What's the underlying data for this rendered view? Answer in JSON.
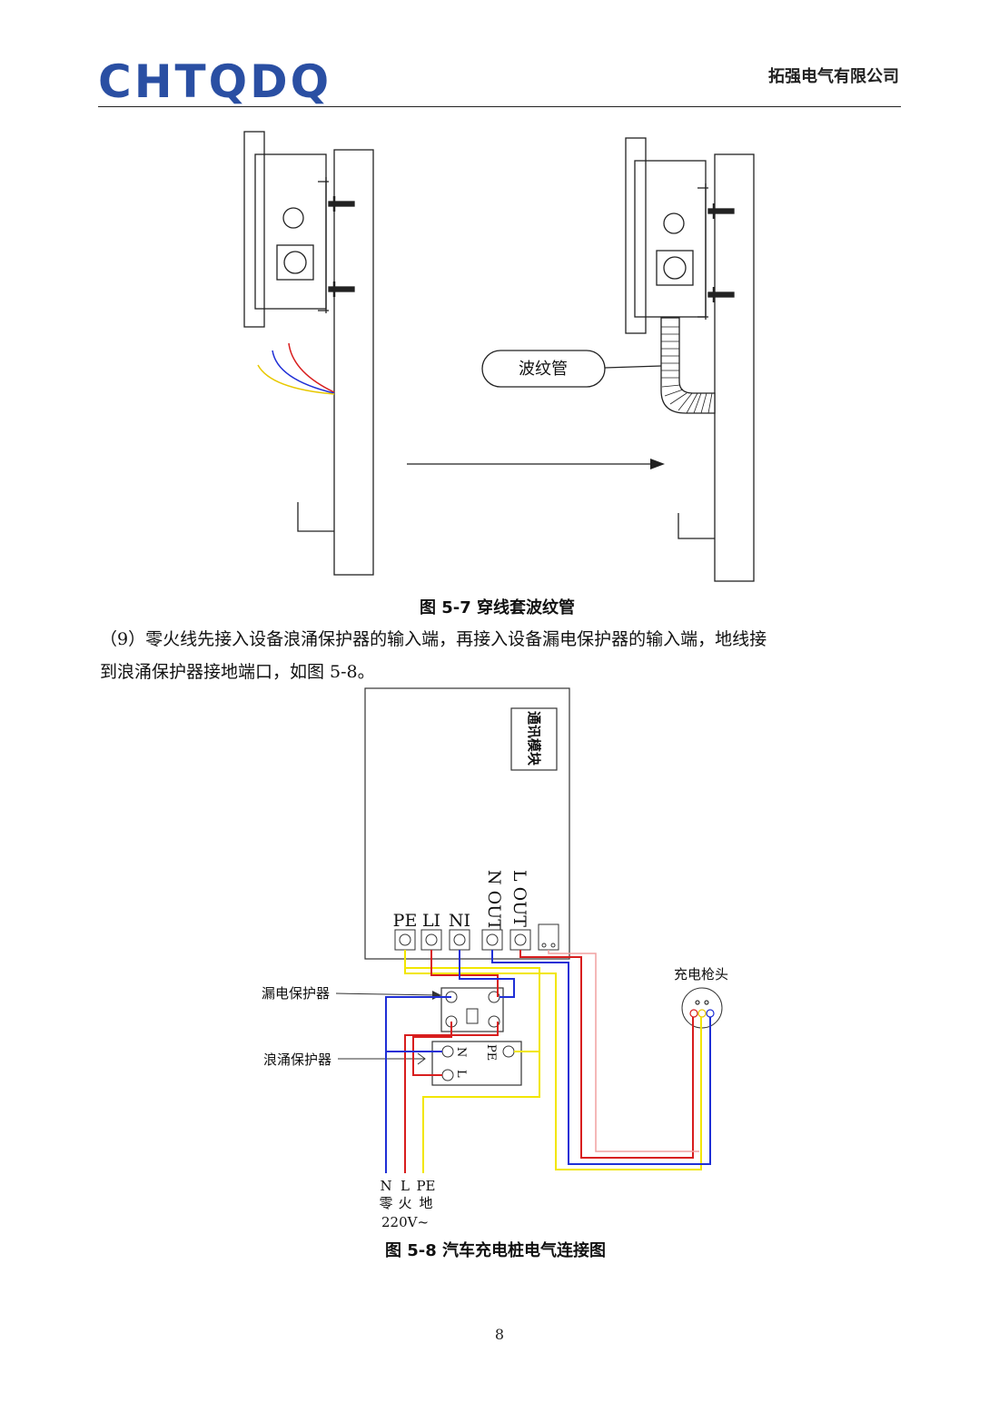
{
  "header": {
    "logo_text": "CHTQDQ",
    "company": "拓强电气有限公司"
  },
  "figure_5_7": {
    "label_tube": "波纹管",
    "caption": "图 5-7  穿线套波纹管"
  },
  "paragraph": {
    "line1": "（9）零火线先接入设备浪涌保护器的输入端，再接入设备漏电保护器的输入端，地线接",
    "line2": "到浪涌保护器接地端口，如图 5-8。"
  },
  "figure_5_8": {
    "module_label": "通讯模块",
    "terminal_pe": "PE",
    "terminal_li": "LI",
    "terminal_ni": "NI",
    "terminal_n_out": "N OUT",
    "terminal_l_out": "L OUT",
    "leakage_protector": "漏电保护器",
    "surge_protector": "浪涌保护器",
    "surge_n": "N",
    "surge_l": "L",
    "surge_pe": "PE",
    "gun_head": "充电枪头",
    "in_n": "N",
    "in_l": "L",
    "in_pe": "PE",
    "in_n_cn": "零",
    "in_l_cn": "火",
    "in_pe_cn": "地",
    "voltage": "220V~",
    "caption": "图 5-8  汽车充电桩电气连接图"
  },
  "footer": {
    "page_number": "8"
  },
  "colors": {
    "logo": "#2a4fa3",
    "wire_blue": "#1f2fd6",
    "wire_red": "#d81e1e",
    "wire_yellow": "#f2e600",
    "wire_pink": "#f0a0a0"
  }
}
